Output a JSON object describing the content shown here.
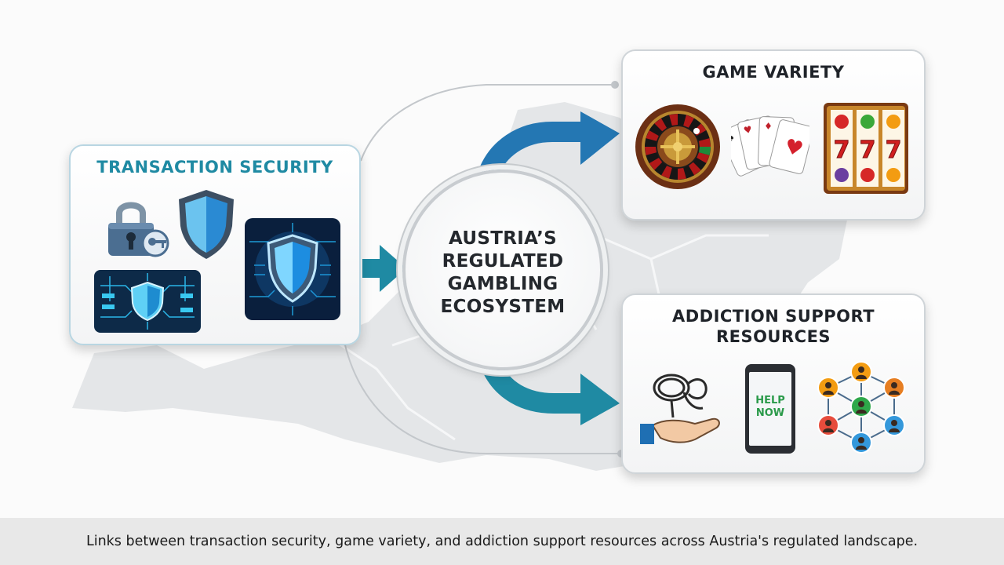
{
  "hub": {
    "lines": [
      "AUSTRIA’S",
      "REGULATED",
      "GAMBLING",
      "ECOSYSTEM"
    ]
  },
  "cards": {
    "security": {
      "title": "TRANSACTION SECURITY"
    },
    "games": {
      "title": "GAME VARIETY"
    },
    "support": {
      "title": "ADDICTION SUPPORT RESOURCES"
    }
  },
  "phone_screen_text": [
    "HELP",
    "NOW"
  ],
  "slot_reel_symbol": "7",
  "caption": "Links between transaction security, game variety, and addiction support resources across Austria's regulated landscape.",
  "colors": {
    "security_title": "#1f8aa3",
    "arrow_blue": "#2477b3",
    "arrow_teal": "#1f8aa3",
    "help_green": "#2a9a4a"
  },
  "icons": {
    "security": [
      "padlock-icon",
      "shield-icon",
      "circuit-board-icon",
      "circuit-shield-icon"
    ],
    "games": [
      "roulette-wheel-icon",
      "playing-cards-icon",
      "slot-machine-icon"
    ],
    "support": [
      "helping-hand-rope-icon",
      "help-phone-icon",
      "people-network-icon"
    ]
  }
}
